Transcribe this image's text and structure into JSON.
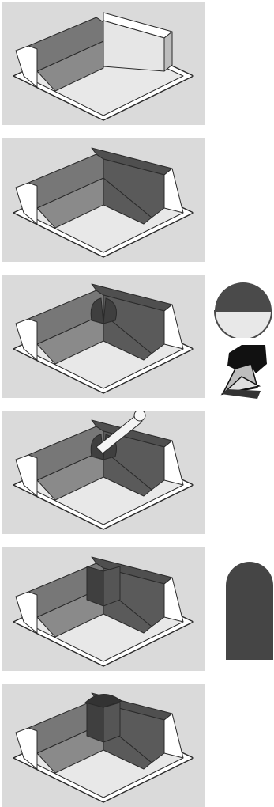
{
  "figure": {
    "background": "#dadada",
    "colors": {
      "floor": "#e8e8e8",
      "base_slab": "#ffffff",
      "wall_light": "#8a8a8a",
      "wall_dark": "#5a5a5a",
      "top_band_light": "#777777",
      "top_band_dark": "#4f4f4f",
      "block_top": "#ffffff",
      "block_front": "#e6e6e6",
      "block_side": "#bdbdbd",
      "shape": "#3f3f3f",
      "outline": "#2a2a2a"
    },
    "steps": [
      {
        "step": 1,
        "back_right_wall": "white-block",
        "object": "none"
      },
      {
        "step": 2,
        "back_right_wall": "shaded-wall",
        "object": "none"
      },
      {
        "step": 3,
        "back_right_wall": "shaded-wall",
        "object": "corner-dome"
      },
      {
        "step": 4,
        "back_right_wall": "shaded-wall",
        "object": "corner-dome",
        "cursor": "pushpull-tool-icon"
      },
      {
        "step": 5,
        "back_right_wall": "shaded-wall",
        "object": "corner-column"
      },
      {
        "step": 6,
        "back_right_wall": "shaded-wall",
        "object": "column-with-cap"
      }
    ],
    "side_icons": [
      {
        "name": "circle-face-icon",
        "beside_step": 3
      },
      {
        "name": "pushpull-tool-icon",
        "beside_step": 3
      },
      {
        "name": "rounded-column-icon",
        "beside_step": 5
      }
    ]
  }
}
